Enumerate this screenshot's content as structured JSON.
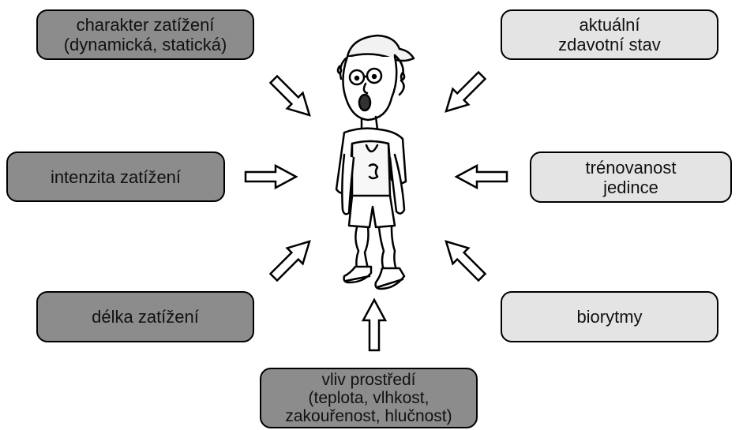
{
  "factors": {
    "charakter": [
      "charakter zatížení",
      "(dynamická, statická)"
    ],
    "intenzita": [
      "intenzita zatížení"
    ],
    "delka": [
      "délka zatížení"
    ],
    "vliv": [
      "vliv prostředí",
      "(teplota, vlhkost,",
      "zakouřenost, hlučnost)"
    ],
    "aktualni": [
      "aktuální",
      "zdavotní stav"
    ],
    "trenovanost": [
      "trénovanost",
      "jedince"
    ],
    "biorytmy": [
      "biorytmy"
    ]
  },
  "colors": {
    "box_dark": "#8c8c8c",
    "box_light": "#e4e4e4",
    "outline": "#000000"
  },
  "icons": {
    "figure": "exhausted-runner-illustration",
    "arrows": "hollow-arrow-icon"
  }
}
